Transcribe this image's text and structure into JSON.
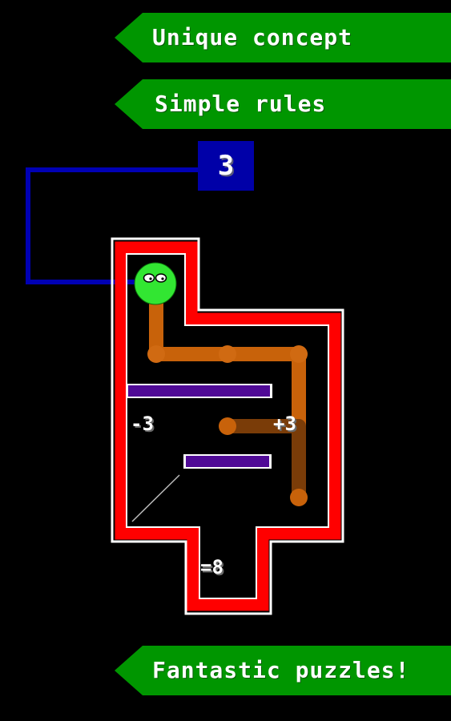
{
  "banners": {
    "top": "Unique concept",
    "middle": "Simple rules",
    "bottom": "Fantastic puzzles!"
  },
  "board": {
    "counter": "3",
    "minus_label": "-3",
    "plus_label": "+3",
    "target_label": "=8"
  },
  "colors": {
    "banner": "#009600",
    "wall": "#ff0000",
    "path": "#c8620a",
    "wire": "#0000b4",
    "barrier": "#500a96",
    "player": "#32e632"
  },
  "icons": {
    "player": "green-ball-with-eyes"
  }
}
